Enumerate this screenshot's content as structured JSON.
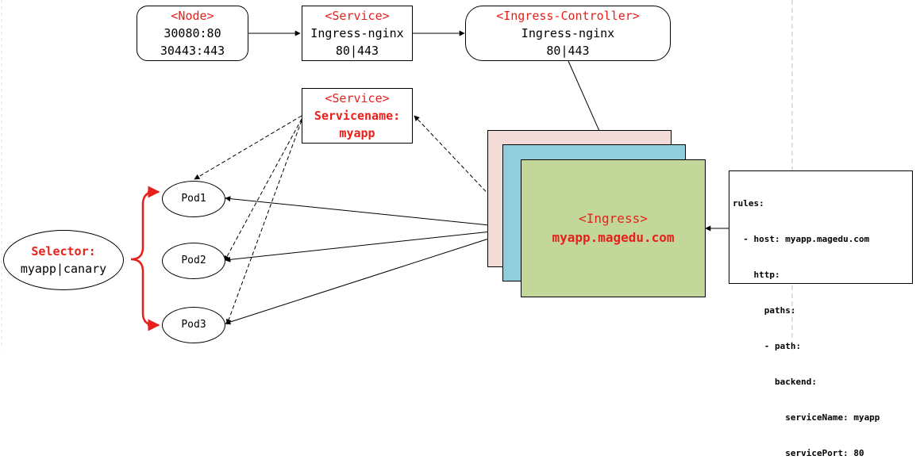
{
  "node": {
    "title": "<Node>",
    "lines": [
      "30080:80",
      "30443:443"
    ]
  },
  "service_top": {
    "title": "<Service>",
    "lines": [
      "Ingress-nginx",
      "80|443"
    ]
  },
  "ingress_controller": {
    "title": "<Ingress-Controller>",
    "lines": [
      "Ingress-nginx",
      "80|443"
    ]
  },
  "service_myapp": {
    "title": "<Service>",
    "lines": [
      "Servicename:",
      "myapp"
    ]
  },
  "ingress": {
    "title": "<Ingress>",
    "host": "myapp.magedu.com"
  },
  "pods": [
    "Pod1",
    "Pod2",
    "Pod3"
  ],
  "selector": {
    "title": "Selector:",
    "value": "myapp|canary"
  },
  "rules_yaml": [
    "rules:",
    "  - host: myapp.magedu.com",
    "    http:",
    "      paths:",
    "      - path:",
    "        backend:",
    "          serviceName: myapp",
    "          servicePort: 80"
  ],
  "colors": {
    "label_red": "#e8201b",
    "ingress_back": "#f2dbd6",
    "ingress_mid": "#92cddc",
    "ingress_front": "#c4d79b",
    "guide_line": "#c0c0c0"
  }
}
